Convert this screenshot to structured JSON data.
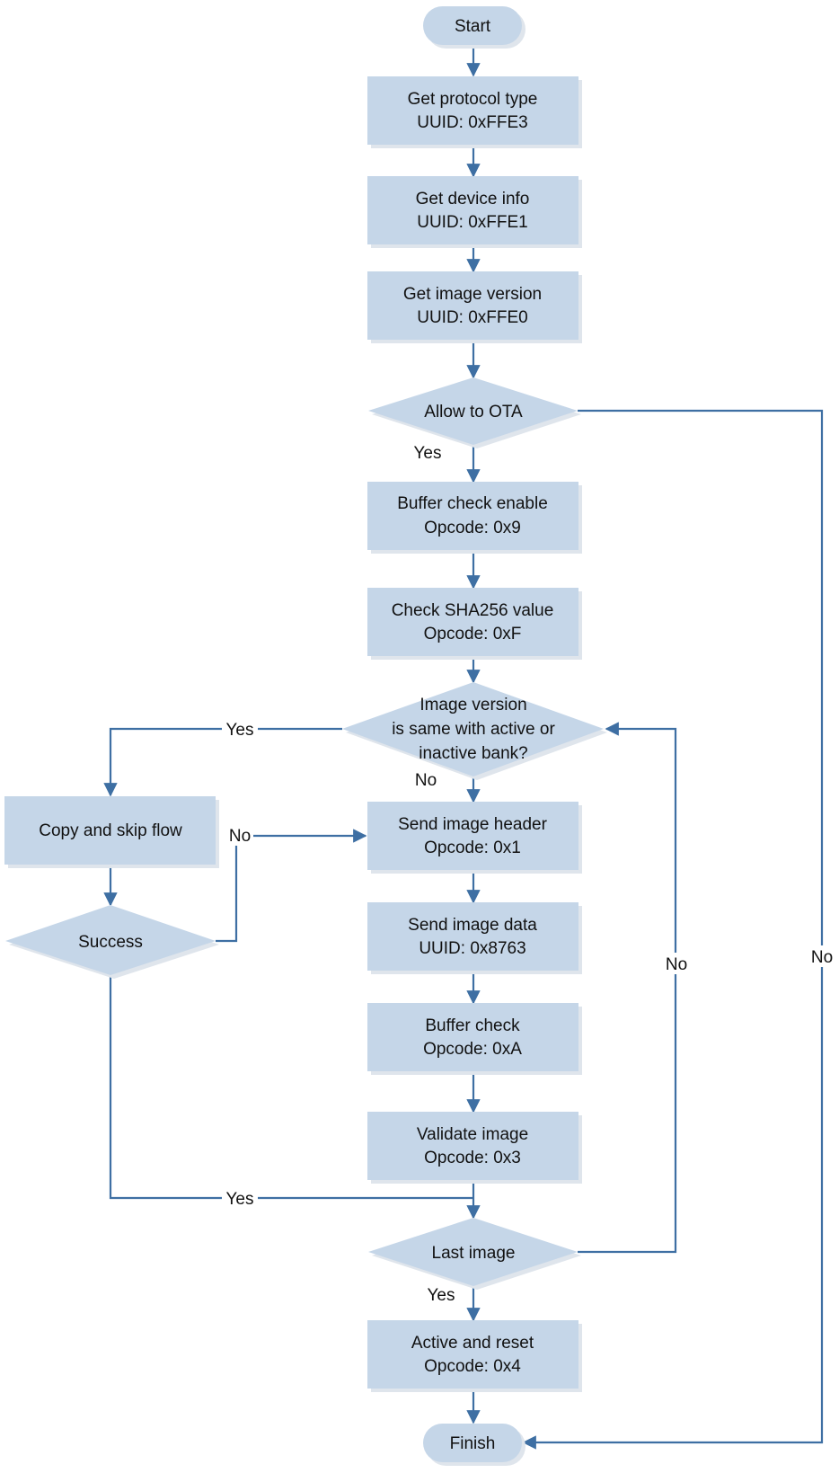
{
  "nodes": {
    "start": "Start",
    "get_protocol": [
      "Get protocol type",
      "UUID: 0xFFE3"
    ],
    "get_device_info": [
      "Get device info",
      "UUID: 0xFFE1"
    ],
    "get_image_version": [
      "Get image version",
      "UUID: 0xFFE0"
    ],
    "allow_ota": "Allow to OTA",
    "buffer_check_enable": [
      "Buffer check enable",
      "Opcode: 0x9"
    ],
    "check_sha256": [
      "Check SHA256 value",
      "Opcode: 0xF"
    ],
    "image_version_same": [
      "Image version",
      "is same with active or",
      "inactive bank?"
    ],
    "send_image_header": [
      "Send image header",
      "Opcode: 0x1"
    ],
    "copy_and_skip": "Copy and skip flow",
    "success": "Success",
    "send_image_data": [
      "Send image data",
      "UUID: 0x8763"
    ],
    "buffer_check": [
      "Buffer check",
      "Opcode: 0xA"
    ],
    "validate_image": [
      "Validate image",
      "Opcode: 0x3"
    ],
    "last_image": "Last image",
    "active_and_reset": [
      "Active and reset",
      "Opcode: 0x4"
    ],
    "finish": "Finish"
  },
  "edge_labels": {
    "allow_yes": "Yes",
    "allow_no": "No",
    "same_yes": "Yes",
    "same_no": "No",
    "success_no": "No",
    "success_yes": "Yes",
    "last_no": "No",
    "last_yes": "Yes"
  },
  "colors": {
    "node_fill": "#c5d6e8",
    "edge": "#3e6fa3"
  }
}
